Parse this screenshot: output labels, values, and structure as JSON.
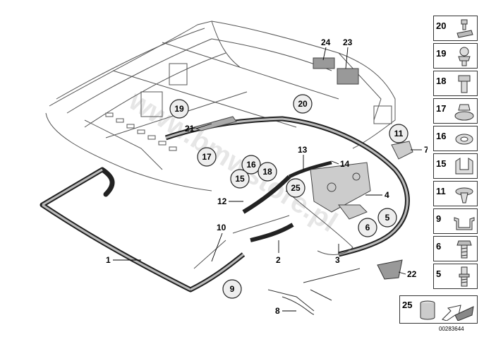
{
  "diagram": {
    "callouts": [
      "1",
      "2",
      "3",
      "4",
      "5",
      "6",
      "7",
      "8",
      "9",
      "10",
      "11",
      "12",
      "13",
      "14",
      "15",
      "16",
      "17",
      "18",
      "19",
      "20",
      "21",
      "22",
      "23",
      "24",
      "25"
    ],
    "watermark": "www.bmwstore.pl"
  },
  "legend": {
    "items": [
      {
        "num": "20",
        "icon": "screw-clip-icon"
      },
      {
        "num": "19",
        "icon": "ball-stud-icon"
      },
      {
        "num": "18",
        "icon": "plug-icon"
      },
      {
        "num": "17",
        "icon": "grommet-nut-icon"
      },
      {
        "num": "16",
        "icon": "washer-icon"
      },
      {
        "num": "15",
        "icon": "bracket-plate-icon"
      },
      {
        "num": "11",
        "icon": "expanding-rivet-icon"
      },
      {
        "num": "9",
        "icon": "clamp-bracket-icon"
      },
      {
        "num": "6",
        "icon": "hex-bolt-icon"
      },
      {
        "num": "5",
        "icon": "stud-bolt-icon"
      }
    ],
    "bottom": {
      "num": "25",
      "icon": "adhesive-can-icon",
      "arrow": "arrow-icon"
    }
  },
  "reference_number": "00283644"
}
